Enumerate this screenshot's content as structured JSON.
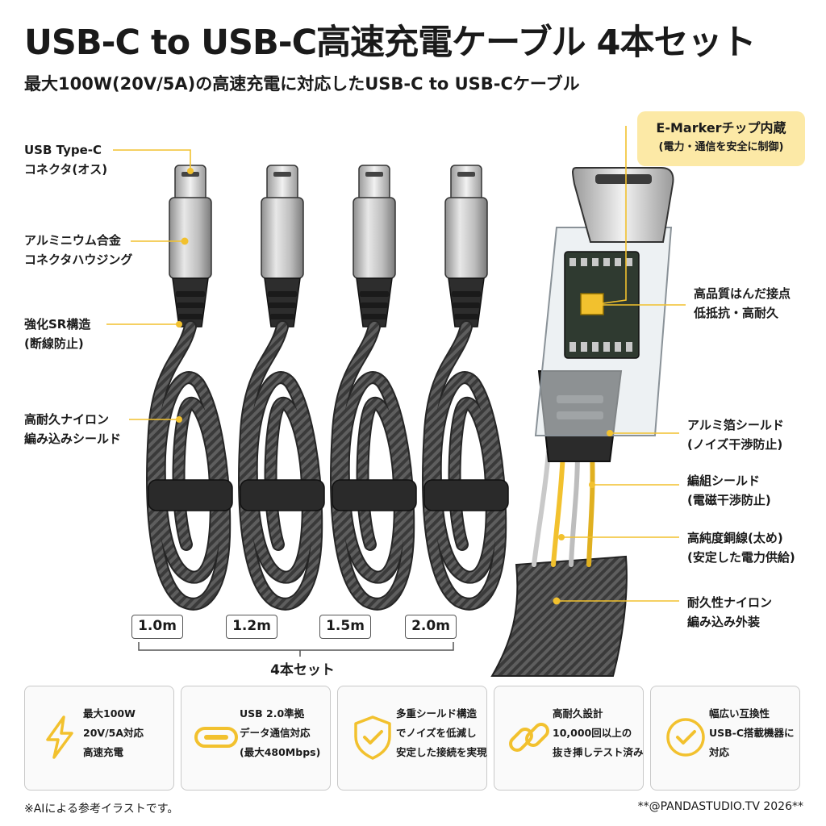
{
  "header": {
    "title": "USB-C to USB-C高速充電ケーブル 4本セット",
    "subtitle": "最大100W(20V/5A)の高速充電に対応したUSB-C to USB-Cケーブル"
  },
  "left_callouts": [
    {
      "line1": "USB Type-C",
      "line2": "コネクタ(オス)"
    },
    {
      "line1": "アルミニウム合金",
      "line2": "コネクタハウジング"
    },
    {
      "line1": "強化SR構造",
      "line2": "(断線防止)"
    },
    {
      "line1": "高耐久ナイロン",
      "line2": "編み込みシールド"
    }
  ],
  "emarker": {
    "line1": "E-Markerチップ内蔵",
    "line2": "(電力・通信を安全に制御)"
  },
  "right_callouts": [
    {
      "line1": "高品質はんだ接点",
      "line2": "低抵抗・高耐久"
    },
    {
      "line1": "アルミ箔シールド",
      "line2": "(ノイズ干渉防止)"
    },
    {
      "line1": "編組シールド",
      "line2": "(電磁干渉防止)"
    },
    {
      "line1": "高純度銅線(太め)",
      "line2": "(安定した電力供給)"
    },
    {
      "line1": "耐久性ナイロン",
      "line2": "編み込み外装"
    }
  ],
  "lengths": [
    "1.0m",
    "1.2m",
    "1.5m",
    "2.0m"
  ],
  "set_label": "4本セット",
  "features": [
    {
      "icon": "lightning-icon",
      "lines": [
        "最大100W",
        "20V/5A対応",
        "高速充電"
      ]
    },
    {
      "icon": "usb-c-port-icon",
      "lines": [
        "USB 2.0準拠",
        "データ通信対応",
        "(最大480Mbps)"
      ]
    },
    {
      "icon": "shield-check-icon",
      "lines": [
        "多重シールド構造",
        "でノイズを低減し",
        "安定した接続を実現"
      ]
    },
    {
      "icon": "chain-link-icon",
      "lines": [
        "高耐久設計",
        "10,000回以上の",
        "抜き挿しテスト済み"
      ]
    },
    {
      "icon": "check-circle-icon",
      "lines": [
        "幅広い互換性",
        "USB-C搭載機器に",
        "対応"
      ]
    }
  ],
  "footer": {
    "note": "※AIによる参考イラストです。",
    "credit": "**@PANDASTUDIO.TV 2026**"
  },
  "colors": {
    "accent": "#f2c12e",
    "highlight": "#fce9a6",
    "text": "#1a1a1a",
    "cable": "#3b3b3b"
  }
}
